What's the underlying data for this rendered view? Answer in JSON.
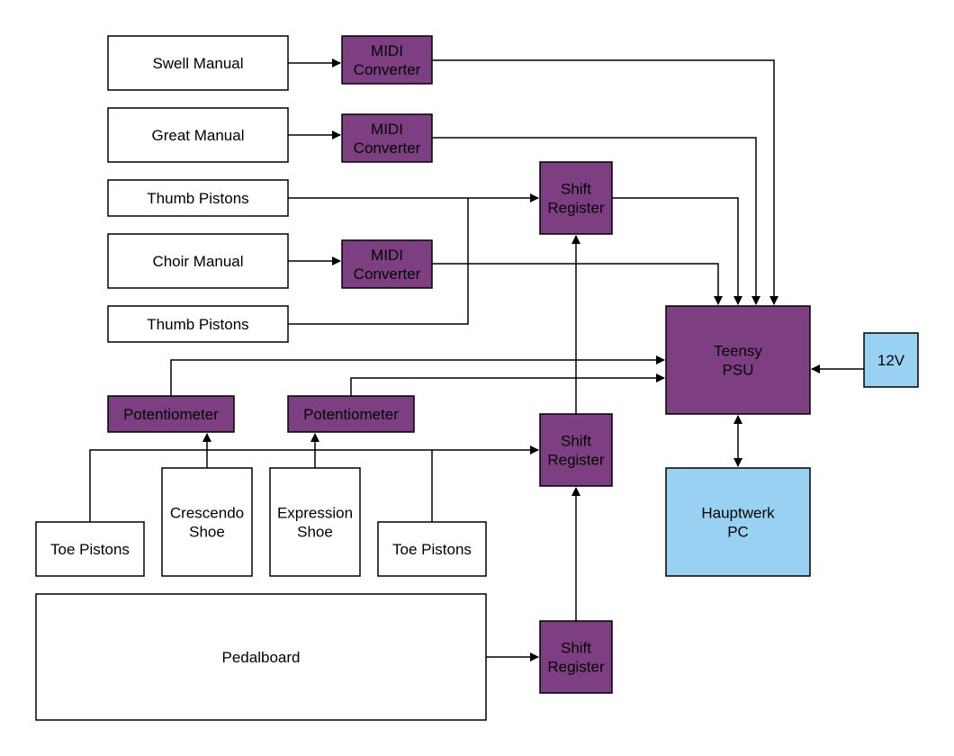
{
  "colors": {
    "purple": "#7d3f82",
    "blue": "#99d1f2",
    "white": "#ffffff",
    "stroke": "#000000"
  },
  "nodes": {
    "swell_manual": [
      "Swell Manual"
    ],
    "midi_swell": [
      "MIDI",
      "Converter"
    ],
    "great_manual": [
      "Great Manual"
    ],
    "midi_great": [
      "MIDI",
      "Converter"
    ],
    "thumb_pistons_1": [
      "Thumb Pistons"
    ],
    "choir_manual": [
      "Choir Manual"
    ],
    "midi_choir": [
      "MIDI",
      "Converter"
    ],
    "thumb_pistons_2": [
      "Thumb Pistons"
    ],
    "shift_register_1": [
      "Shift",
      "Register"
    ],
    "teensy": [
      "Teensy",
      "PSU"
    ],
    "power_12v": [
      "12V"
    ],
    "potentiometer_1": [
      "Potentiometer"
    ],
    "potentiometer_2": [
      "Potentiometer"
    ],
    "shift_register_2": [
      "Shift",
      "Register"
    ],
    "hauptwerk_pc": [
      "Hauptwerk",
      "PC"
    ],
    "crescendo_shoe": [
      "Crescendo",
      "Shoe"
    ],
    "expression_shoe": [
      "Expression",
      "Shoe"
    ],
    "toe_pistons_1": [
      "Toe Pistons"
    ],
    "toe_pistons_2": [
      "Toe Pistons"
    ],
    "pedalboard": [
      "Pedalboard"
    ],
    "shift_register_3": [
      "Shift",
      "Register"
    ]
  }
}
